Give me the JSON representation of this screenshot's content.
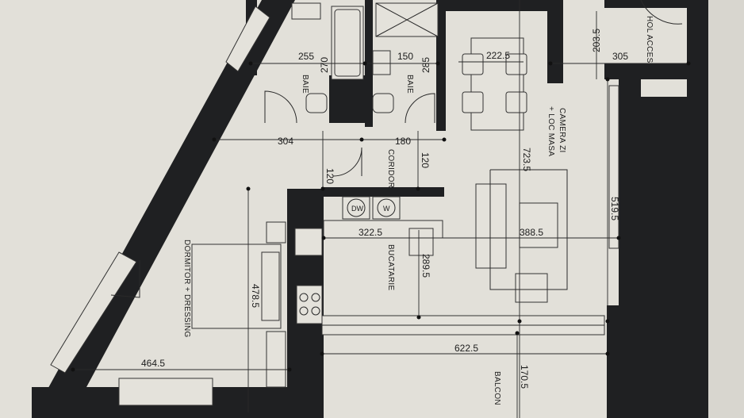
{
  "rooms": {
    "hol_acces": "HOL ACCES",
    "baie_left": "BAIE",
    "baie_right": "BAIE",
    "camera_zi_line1": "CAMERA ZI",
    "camera_zi_line2": "+ LOC MASA",
    "corridor": "CORIDOR",
    "bucatarie": "BUCATARIE",
    "dormitor": "DORMITOR + DRESSING",
    "balcon": "BALCON"
  },
  "dimensions": {
    "d255": "255",
    "d270": "270",
    "d150": "150",
    "d285": "285",
    "d222_5": "222.5",
    "d203_5": "203.5",
    "d305": "305",
    "d304": "304",
    "d180": "180",
    "d120_left": "120",
    "d120_right": "120",
    "d723_5": "723.5",
    "d519_5": "519.5",
    "d322_5": "322.5",
    "d388_5": "388.5",
    "d289_5": "289.5",
    "d478_5": "478.5",
    "d622_5": "622.5",
    "d464_5": "464.5",
    "d170_5": "170.5"
  },
  "appliances": {
    "dishwasher": "DW",
    "washer": "W"
  }
}
